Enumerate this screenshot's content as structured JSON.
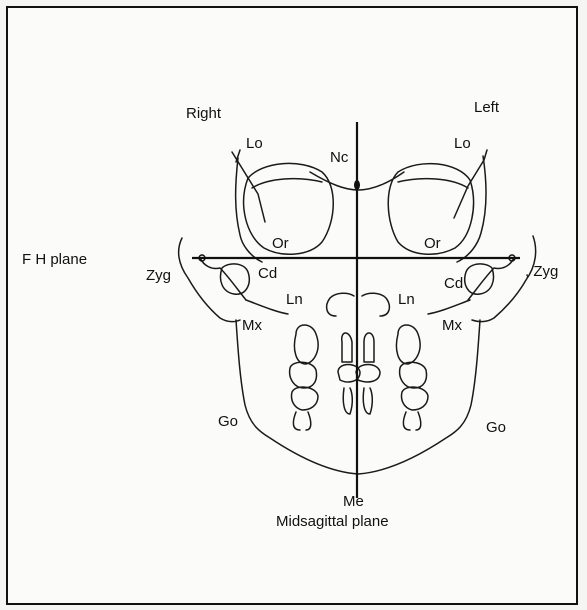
{
  "side_labels": {
    "right": "Right",
    "left": "Left"
  },
  "planes": {
    "fh": "F H plane",
    "midsagittal": "Midsagittal plane"
  },
  "landmarks": {
    "lo_right": "Lo",
    "lo_left": "Lo",
    "nc": "Nc",
    "or_right": "Or",
    "or_left": "Or",
    "zyg_right": "Zyg",
    "zyg_left": ", Zyg",
    "cd_right": "Cd",
    "cd_left": "Cd",
    "ln_right": "Ln",
    "ln_left": "Ln",
    "mx_right": "Mx",
    "mx_left": "Mx",
    "go_right": "Go",
    "go_left": "Go",
    "me": "Me"
  }
}
